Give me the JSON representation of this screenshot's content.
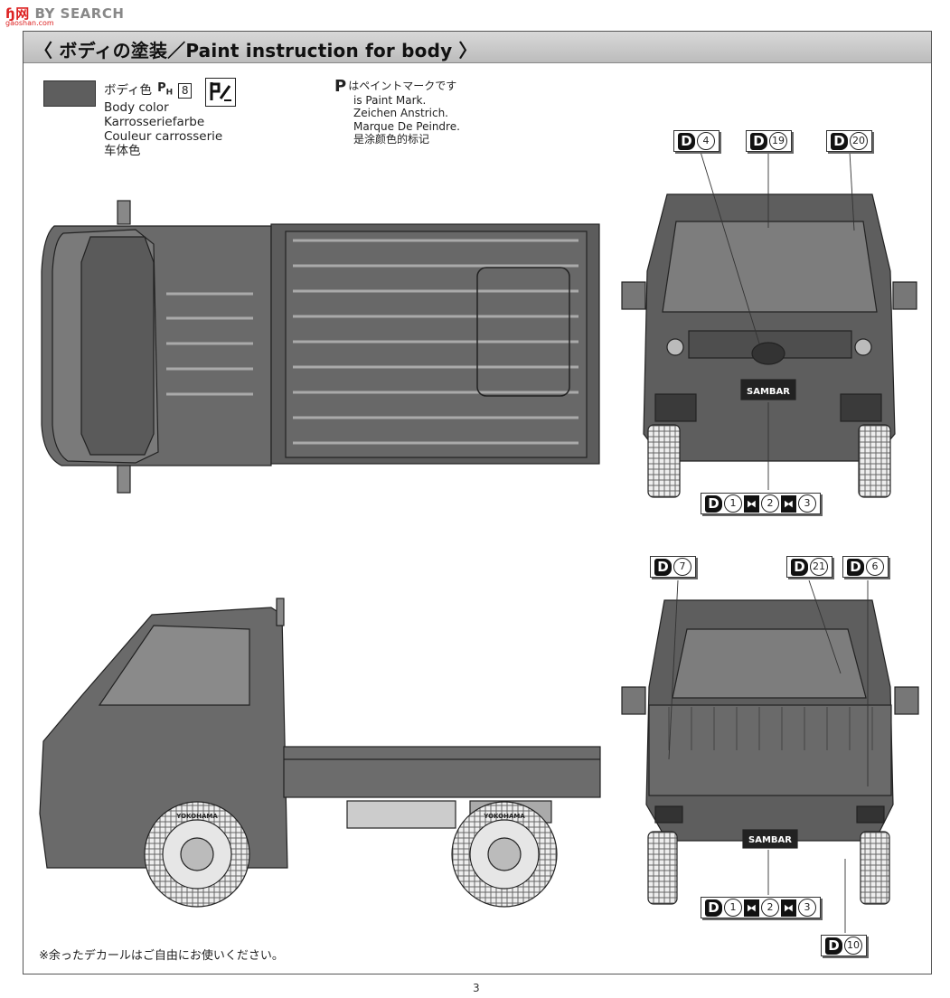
{
  "watermark": {
    "brand_a": "ɧ",
    "brand_b": "网",
    "brand_c": "BY SEARCH",
    "sub": "gaoshan.com"
  },
  "section_title": "〈 ボディの塗装／Paint instruction for body 〉",
  "body_color": {
    "swatch_color": "#5e5e5e",
    "label_jp": "ボディ色",
    "paint_prefix": "P",
    "paint_sub": "H",
    "paint_number": "8",
    "label_en": "Body color",
    "label_de": "Karrosseriefarbe",
    "label_fr": "Couleur carrosserie",
    "label_cn": "车体色",
    "tool_icon": "airbrush-icon"
  },
  "paint_mark": {
    "glyph": "P",
    "jp": "はペイントマークです",
    "en": "is Paint Mark.",
    "de": "Zeichen Anstrich.",
    "fr": "Marque De Peindre.",
    "cn": "是涂颜色的标记"
  },
  "callouts": {
    "d": "D",
    "c4": "4",
    "c19": "19",
    "c20": "20",
    "front_a": "1",
    "front_b": "2",
    "front_c": "3",
    "c7": "7",
    "c21": "21",
    "c6": "6",
    "rear_a": "1",
    "rear_b": "2",
    "rear_c": "3",
    "c10": "10",
    "sep": "⧓"
  },
  "plate_text": "SAMBAR",
  "tire_brand": "YOKOHAMA",
  "footnote": "※余ったデカールはご自由にお使いください。",
  "page_number": "3"
}
